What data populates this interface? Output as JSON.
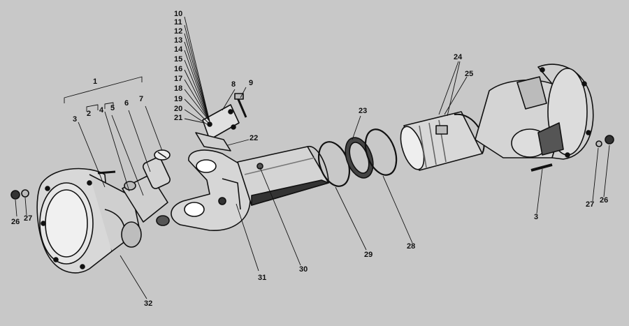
{
  "labels": {
    "n1": "1",
    "n2": "2",
    "n3a": "3",
    "n3b": "3",
    "n4": "4",
    "n5": "5",
    "n6": "6",
    "n7": "7",
    "n8": "8",
    "n9": "9",
    "n10": "10",
    "n11": "11",
    "n12": "12",
    "n13": "13",
    "n14": "14",
    "n15": "15",
    "n16": "16",
    "n17": "17",
    "n18": "18",
    "n19": "19",
    "n20": "20",
    "n21": "21",
    "n22": "22",
    "n23": "23",
    "n24": "24",
    "n25": "25",
    "n26a": "26",
    "n26b": "26",
    "n27a": "27",
    "n27b": "27",
    "n28": "28",
    "n29": "29",
    "n30": "30",
    "n31": "31",
    "n32": "32"
  },
  "colors": {
    "background": "#c8c8c8",
    "ink": "#111111",
    "metal": "#d9d9d9",
    "shade": "#555555"
  }
}
